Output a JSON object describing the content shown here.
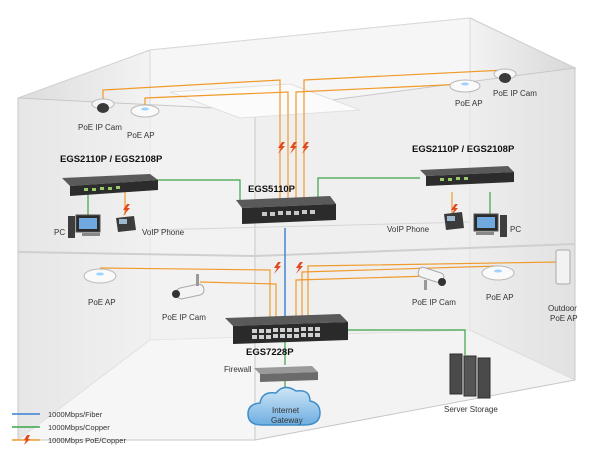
{
  "colors": {
    "fiber": "#3a7fd5",
    "copper": "#3aa547",
    "poe": "#f19a2c",
    "bolt": "#e24a1e",
    "cloud": "#3f8ec9",
    "building_wall": "#e9e9e9",
    "building_edge": "#c9c9c9"
  },
  "devices": {
    "top_left_cam": "PoE IP Cam",
    "top_left_ap": "PoE AP",
    "top_right_ap": "PoE AP",
    "top_right_cam": "PoE IP Cam",
    "left_switch": "EGS2110P / EGS2108P",
    "right_switch": "EGS2110P / EGS2108P",
    "center_switch": "EGS5110P",
    "left_pc": "PC",
    "left_phone": "VoIP Phone",
    "right_phone": "VoIP Phone",
    "right_pc": "PC",
    "lower_left_ap": "PoE AP",
    "lower_left_cam": "PoE IP Cam",
    "lower_right_cam": "PoE IP Cam",
    "lower_right_ap": "PoE AP",
    "outdoor_ap_line1": "Outdoor",
    "outdoor_ap_line2": "PoE AP",
    "core_switch": "EGS7228P",
    "firewall": "Firewall",
    "server": "Server Storage",
    "gateway_line1": "Internet",
    "gateway_line2": "Gateway"
  },
  "legend": [
    {
      "label": "1000Mbps/Fiber",
      "color": "#3a7fd5",
      "icon": "fiber-line-icon"
    },
    {
      "label": "1000Mbps/Copper",
      "color": "#3aa547",
      "icon": "copper-line-icon"
    },
    {
      "label": "1000Mbps PoE/Copper",
      "color": "#f19a2c",
      "icon": "poe-bolt-line-icon"
    }
  ]
}
